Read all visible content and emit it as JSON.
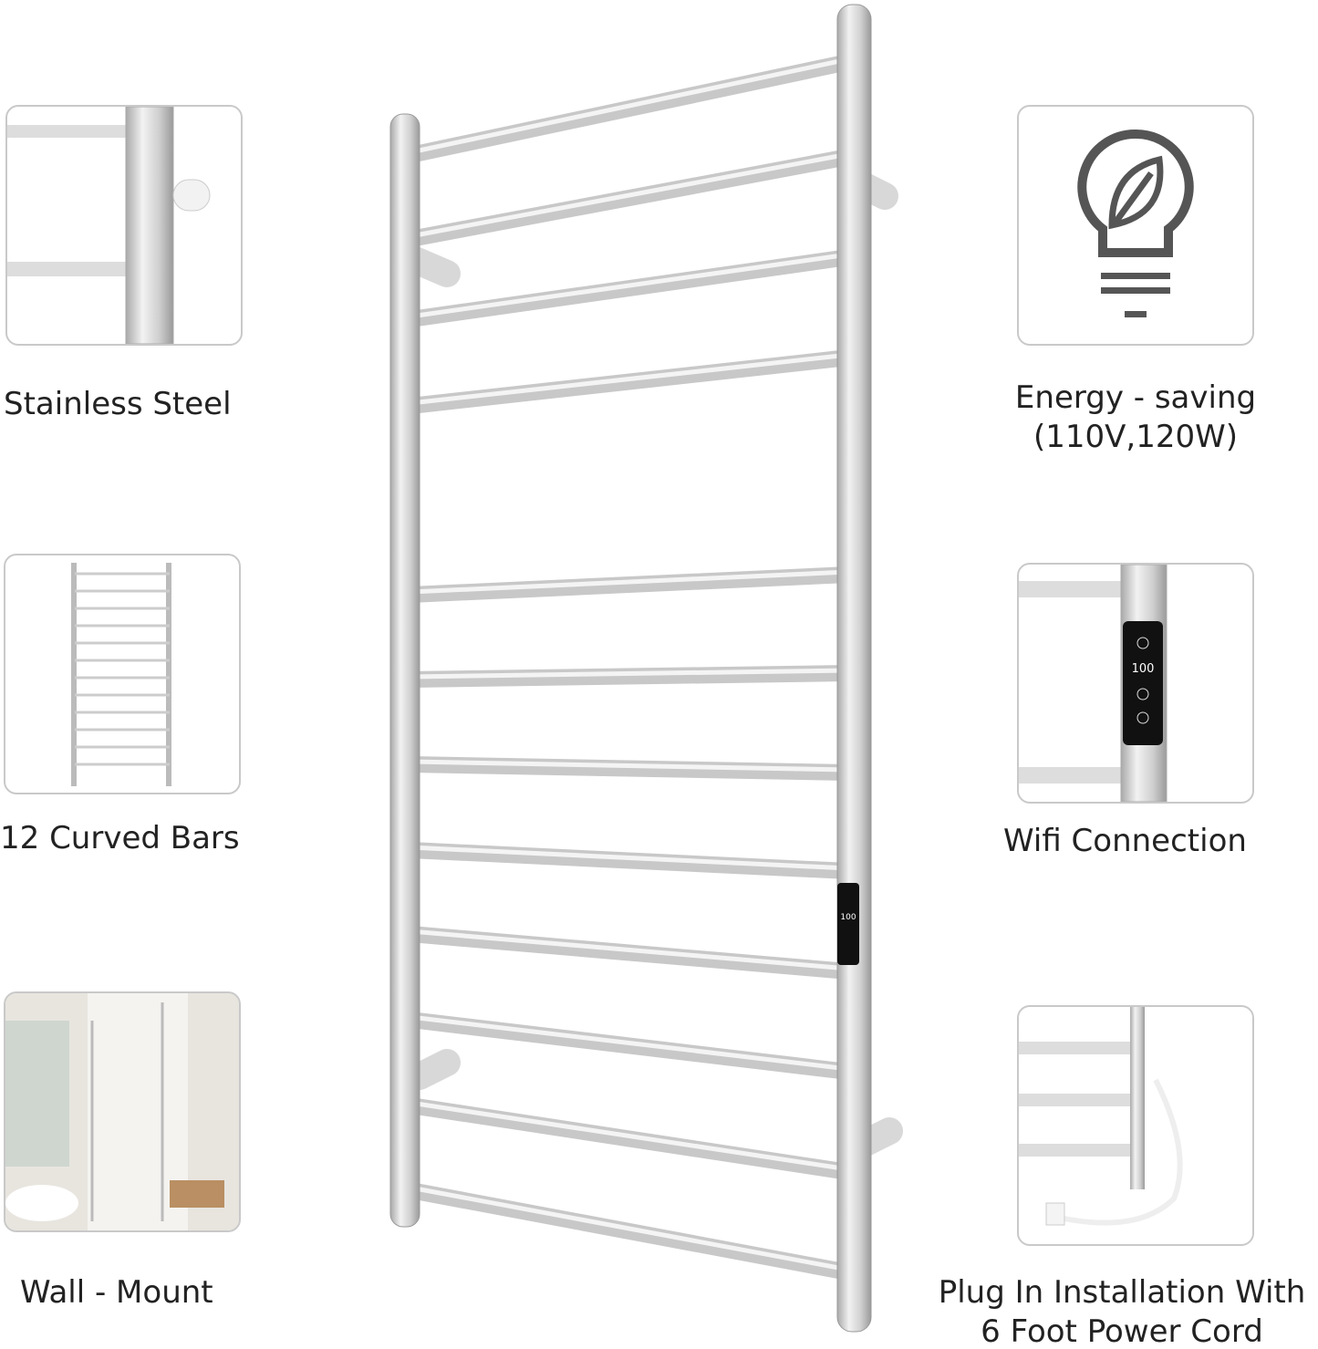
{
  "features": {
    "stainless": {
      "label": "Stainless Steel",
      "icon": "steel-rail-closeup"
    },
    "bars": {
      "label": "12 Curved Bars",
      "icon": "towel-rack-thumbnail"
    },
    "wall": {
      "label": "Wall - Mount",
      "icon": "bathroom-scene"
    },
    "energy": {
      "label_line1": "Energy - saving",
      "label_line2": "(110V,120W)",
      "icon": "eco-lightbulb-icon"
    },
    "wifi": {
      "label": "Wifi Connection",
      "icon": "control-panel-closeup",
      "display": "100"
    },
    "plug": {
      "label_line1": "Plug In Installation With",
      "label_line2": "6 Foot Power Cord",
      "icon": "power-cord-closeup"
    }
  },
  "product": {
    "bar_count": 12,
    "panel_display": "100",
    "color": "#c8c8c8"
  }
}
